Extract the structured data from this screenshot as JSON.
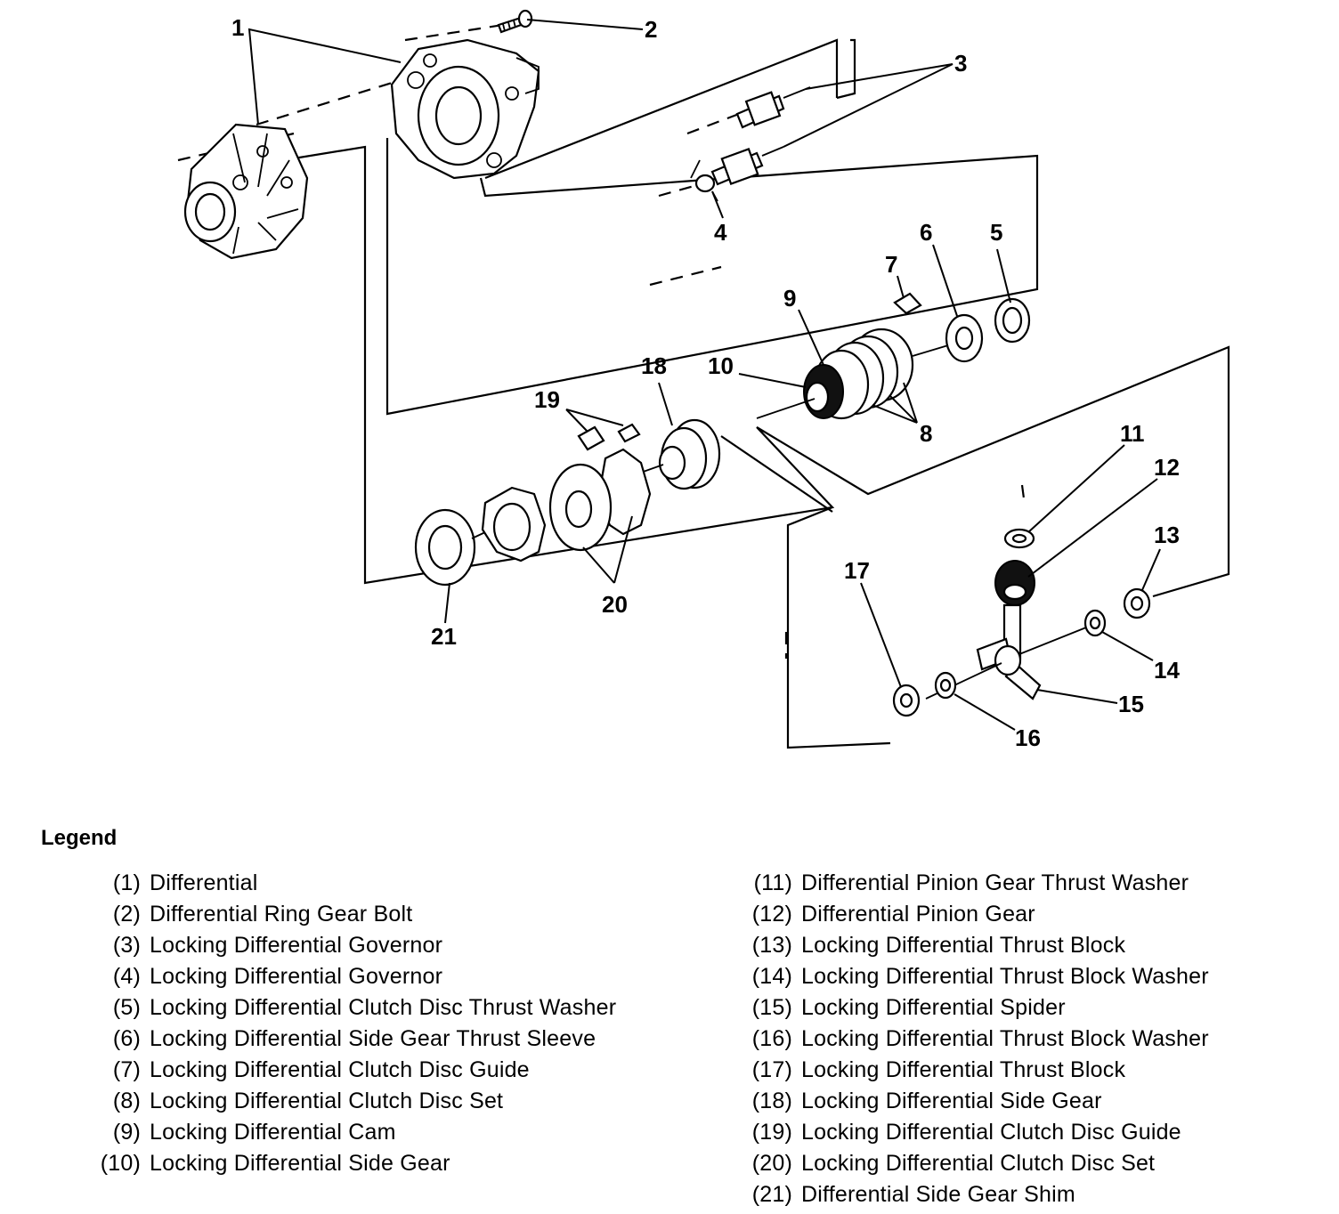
{
  "callouts": [
    "1",
    "2",
    "3",
    "4",
    "5",
    "6",
    "7",
    "8",
    "9",
    "10",
    "11",
    "12",
    "13",
    "14",
    "15",
    "16",
    "17",
    "18",
    "19",
    "20",
    "21"
  ],
  "legend": {
    "title": "Legend",
    "items": [
      {
        "num": "(1)",
        "text": "Differential"
      },
      {
        "num": "(2)",
        "text": "Differential Ring Gear Bolt"
      },
      {
        "num": "(3)",
        "text": "Locking Differential Governor"
      },
      {
        "num": "(4)",
        "text": "Locking Differential Governor"
      },
      {
        "num": "(5)",
        "text": "Locking Differential Clutch Disc Thrust Washer"
      },
      {
        "num": "(6)",
        "text": "Locking Differential Side Gear Thrust Sleeve"
      },
      {
        "num": "(7)",
        "text": "Locking Differential Clutch Disc Guide"
      },
      {
        "num": "(8)",
        "text": "Locking Differential Clutch Disc Set"
      },
      {
        "num": "(9)",
        "text": "Locking Differential Cam"
      },
      {
        "num": "(10)",
        "text": "Locking Differential Side Gear"
      },
      {
        "num": "(11)",
        "text": "Differential Pinion Gear Thrust Washer"
      },
      {
        "num": "(12)",
        "text": "Differential Pinion Gear"
      },
      {
        "num": "(13)",
        "text": "Locking Differential Thrust Block"
      },
      {
        "num": "(14)",
        "text": "Locking Differential Thrust Block Washer"
      },
      {
        "num": "(15)",
        "text": "Locking Differential Spider"
      },
      {
        "num": "(16)",
        "text": "Locking Differential Thrust Block Washer"
      },
      {
        "num": "(17)",
        "text": "Locking Differential Thrust Block"
      },
      {
        "num": "(18)",
        "text": "Locking Differential Side Gear"
      },
      {
        "num": "(19)",
        "text": "Locking Differential Clutch Disc Guide"
      },
      {
        "num": "(20)",
        "text": "Locking Differential Clutch Disc Set"
      },
      {
        "num": "(21)",
        "text": "Differential Side Gear Shim"
      }
    ]
  }
}
